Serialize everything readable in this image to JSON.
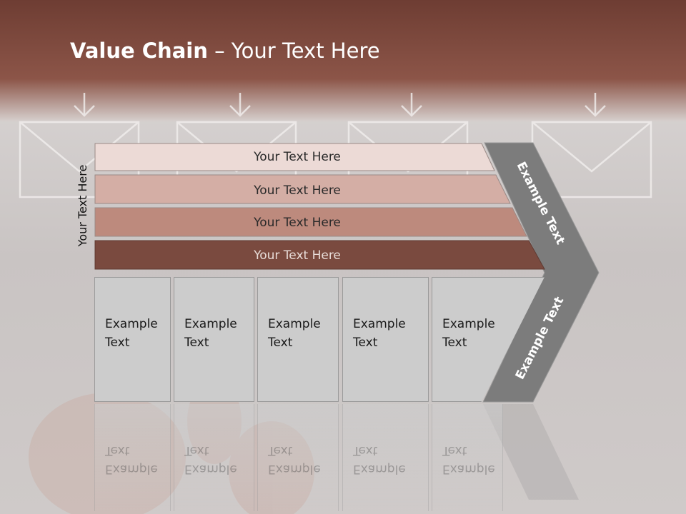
{
  "slide": {
    "title_bold": "Value Chain",
    "title_rest": " – Your Text Here",
    "vertical_label": "Your Text Here"
  },
  "bands": [
    {
      "label": "Your Text Here",
      "color": "#ecdad6",
      "text_color": "#2a2a2a"
    },
    {
      "label": "Your Text Here",
      "color": "#d4aea5",
      "text_color": "#2a2a2a"
    },
    {
      "label": "Your Text Here",
      "color": "#bd8a7d",
      "text_color": "#2a2a2a"
    },
    {
      "label": "Your Text Here",
      "color": "#7a4a3f",
      "text_color": "#e8dcd8"
    }
  ],
  "boxes": [
    {
      "line1": "Example",
      "line2": "Text"
    },
    {
      "line1": "Example",
      "line2": "Text"
    },
    {
      "line1": "Example",
      "line2": "Text"
    },
    {
      "line1": "Example",
      "line2": "Text"
    },
    {
      "line1": "Example",
      "line2": "Text"
    }
  ],
  "chevron": {
    "upper_label": "Example Text",
    "lower_label": "Example Text",
    "color": "#7c7c7c",
    "text_color": "#ffffff"
  },
  "theme": {
    "header_color": "#8c5548",
    "background": "#cfcbca"
  }
}
